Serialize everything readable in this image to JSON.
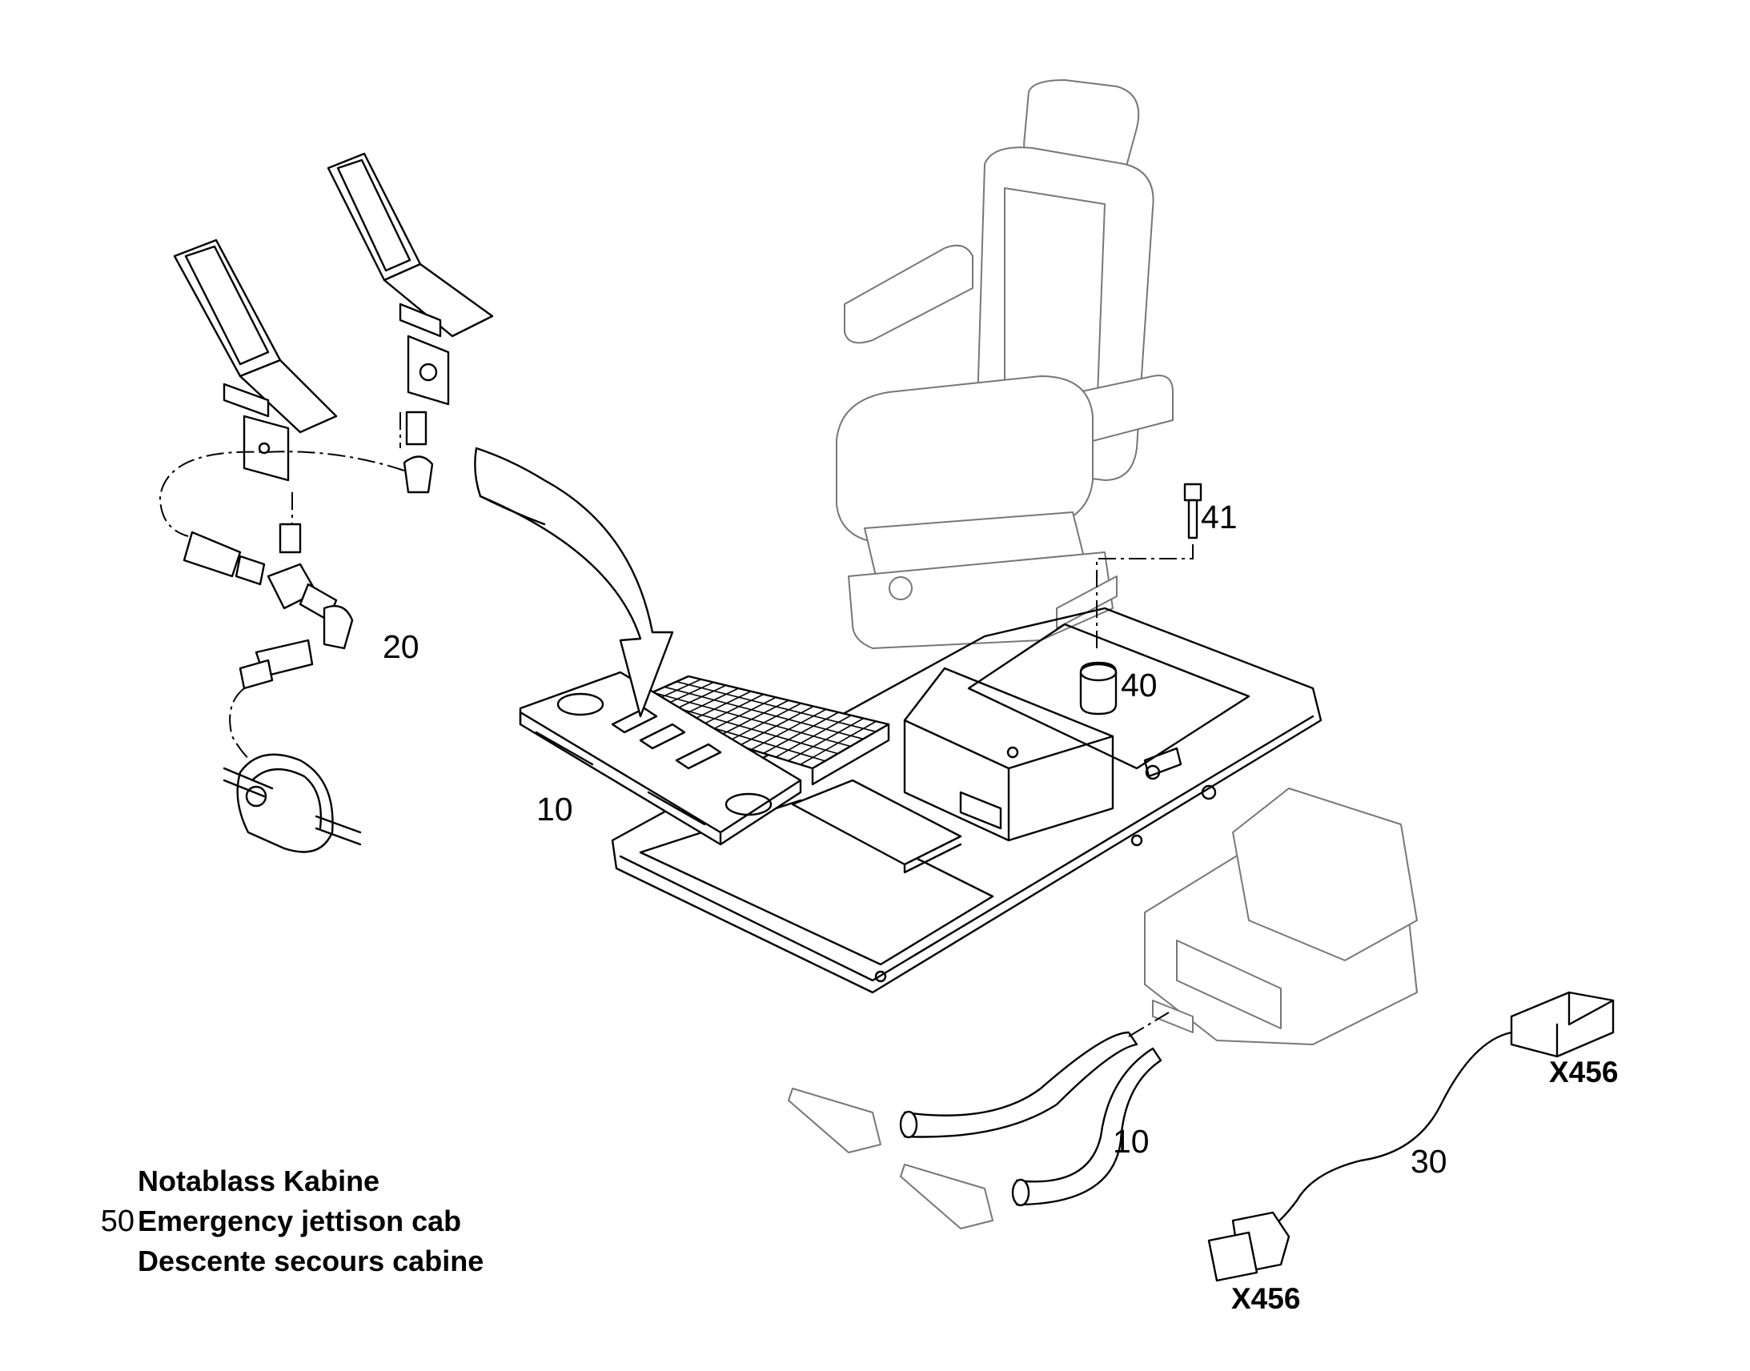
{
  "callouts": {
    "c10_plate": "10",
    "c10_hose": "10",
    "c20": "20",
    "c30": "30",
    "c40": "40",
    "c41": "41"
  },
  "connectors": {
    "top": "X456",
    "bottom": "X456"
  },
  "legend": {
    "number": "50",
    "lines": [
      "Notablass Kabine",
      "Emergency jettison cab",
      "Descente secours cabine"
    ]
  }
}
